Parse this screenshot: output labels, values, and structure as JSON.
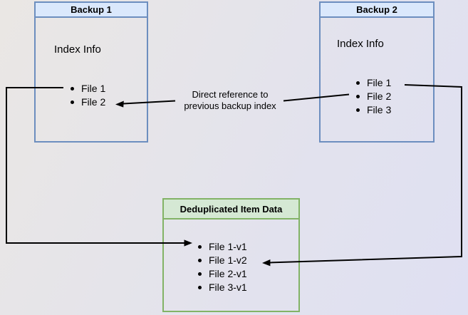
{
  "diagram": {
    "backup1": {
      "title": "Backup 1",
      "index_label": "Index Info",
      "items": [
        "File 1",
        "File 2"
      ]
    },
    "backup2": {
      "title": "Backup 2",
      "index_label": "Index Info",
      "items": [
        "File 1",
        "File 2",
        "File 3"
      ]
    },
    "dedup": {
      "title": "Deduplicated Item Data",
      "items": [
        "File 1-v1",
        "File 1-v2",
        "File 2-v1",
        "File 3-v1"
      ]
    },
    "annotation": {
      "line1": "Direct reference to",
      "line2": "previous backup index"
    },
    "colors": {
      "blue_header_fill": "#dae8fc",
      "blue_border": "#6c8ebf",
      "green_header_fill": "#d5e8d4",
      "green_border": "#82b366",
      "arrow": "#000000",
      "background_start": "#eae7e4",
      "background_end": "#dfe0f2"
    }
  }
}
